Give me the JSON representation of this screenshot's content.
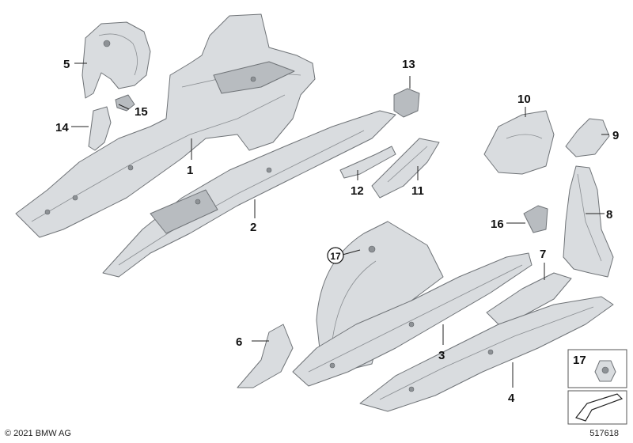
{
  "callouts": {
    "c1": "1",
    "c2": "2",
    "c3": "3",
    "c4": "4",
    "c5": "5",
    "c6": "6",
    "c7": "7",
    "c8": "8",
    "c9": "9",
    "c10": "10",
    "c11": "11",
    "c12": "12",
    "c13": "13",
    "c14": "14",
    "c15": "15",
    "c16": "16",
    "c17": "17"
  },
  "legend": {
    "number": "17"
  },
  "footer": {
    "copyright": "© 2021 BMW AG",
    "diagram_id": "517618"
  },
  "colors": {
    "part_fill": "#d9dcdf",
    "part_stroke": "#6f7377",
    "text": "#111111"
  },
  "icons": [
    "nut-fastener-icon",
    "orientation-arrow-icon"
  ]
}
